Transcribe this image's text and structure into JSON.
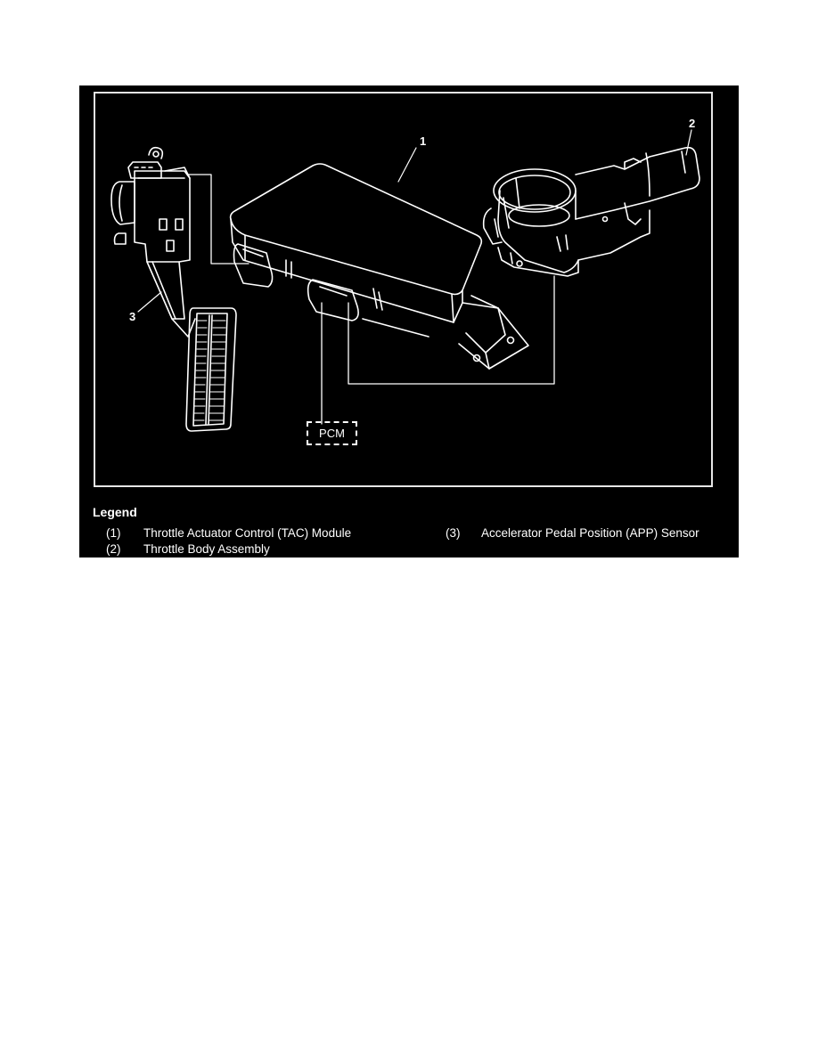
{
  "figure": {
    "background": "#000000",
    "line_color": "#ffffff",
    "callouts": [
      {
        "id": "1",
        "label": "1",
        "target": "Throttle Actuator Control (TAC) Module"
      },
      {
        "id": "2",
        "label": "2",
        "target": "Throttle Body Assembly"
      },
      {
        "id": "3",
        "label": "3",
        "target": "Accelerator Pedal Position (APP) Sensor"
      }
    ],
    "pcm_label": "PCM"
  },
  "legend": {
    "title": "Legend",
    "items": [
      {
        "num": "(1)",
        "text": "Throttle Actuator Control (TAC) Module"
      },
      {
        "num": "(2)",
        "text": "Throttle Body Assembly"
      },
      {
        "num": "(3)",
        "text": "Accelerator Pedal Position (APP) Sensor"
      }
    ]
  }
}
